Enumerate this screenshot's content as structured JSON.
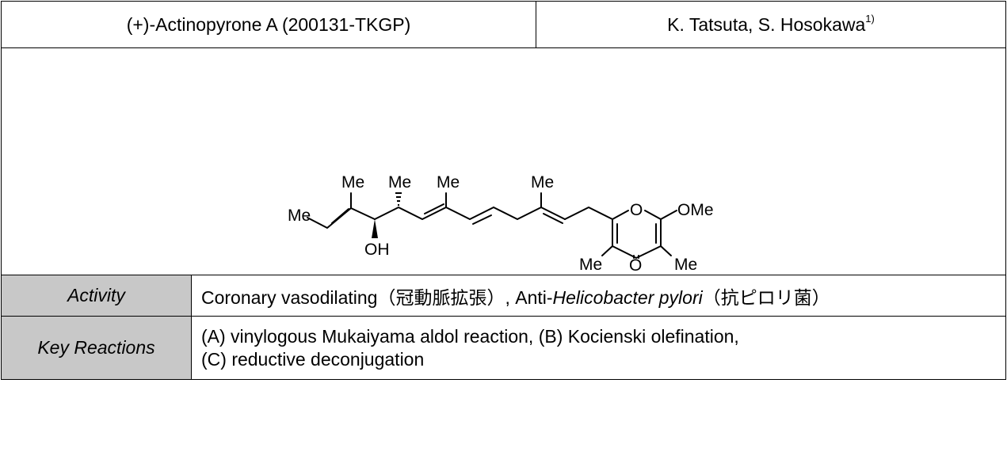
{
  "header": {
    "compound": "(+)-Actinopyrone A (200131-TKGP)",
    "authors": "K. Tatsuta, S. Hosokawa",
    "authors_ref": "1)"
  },
  "structure": {
    "labels": {
      "me_terminal": "Me",
      "me_1": "Me",
      "me_2": "Me",
      "me_3": "Me",
      "me_4": "Me",
      "oh": "OH",
      "ring_o": "O",
      "ome": "OMe",
      "me_ring_left": "Me",
      "me_ring_right": "Me",
      "carbonyl_o": "O"
    }
  },
  "activity": {
    "label": "Activity",
    "text_1": "Coronary vasodilating（冠動脈拡張）, Anti-",
    "text_italic": "Helicobacter pylori",
    "text_2": "（抗ピロリ菌）"
  },
  "key_reactions": {
    "label": "Key Reactions",
    "line_1": "(A) vinylogous Mukaiyama aldol reaction, (B) Kocienski olefination,",
    "line_2": "(C) reductive deconjugation"
  }
}
